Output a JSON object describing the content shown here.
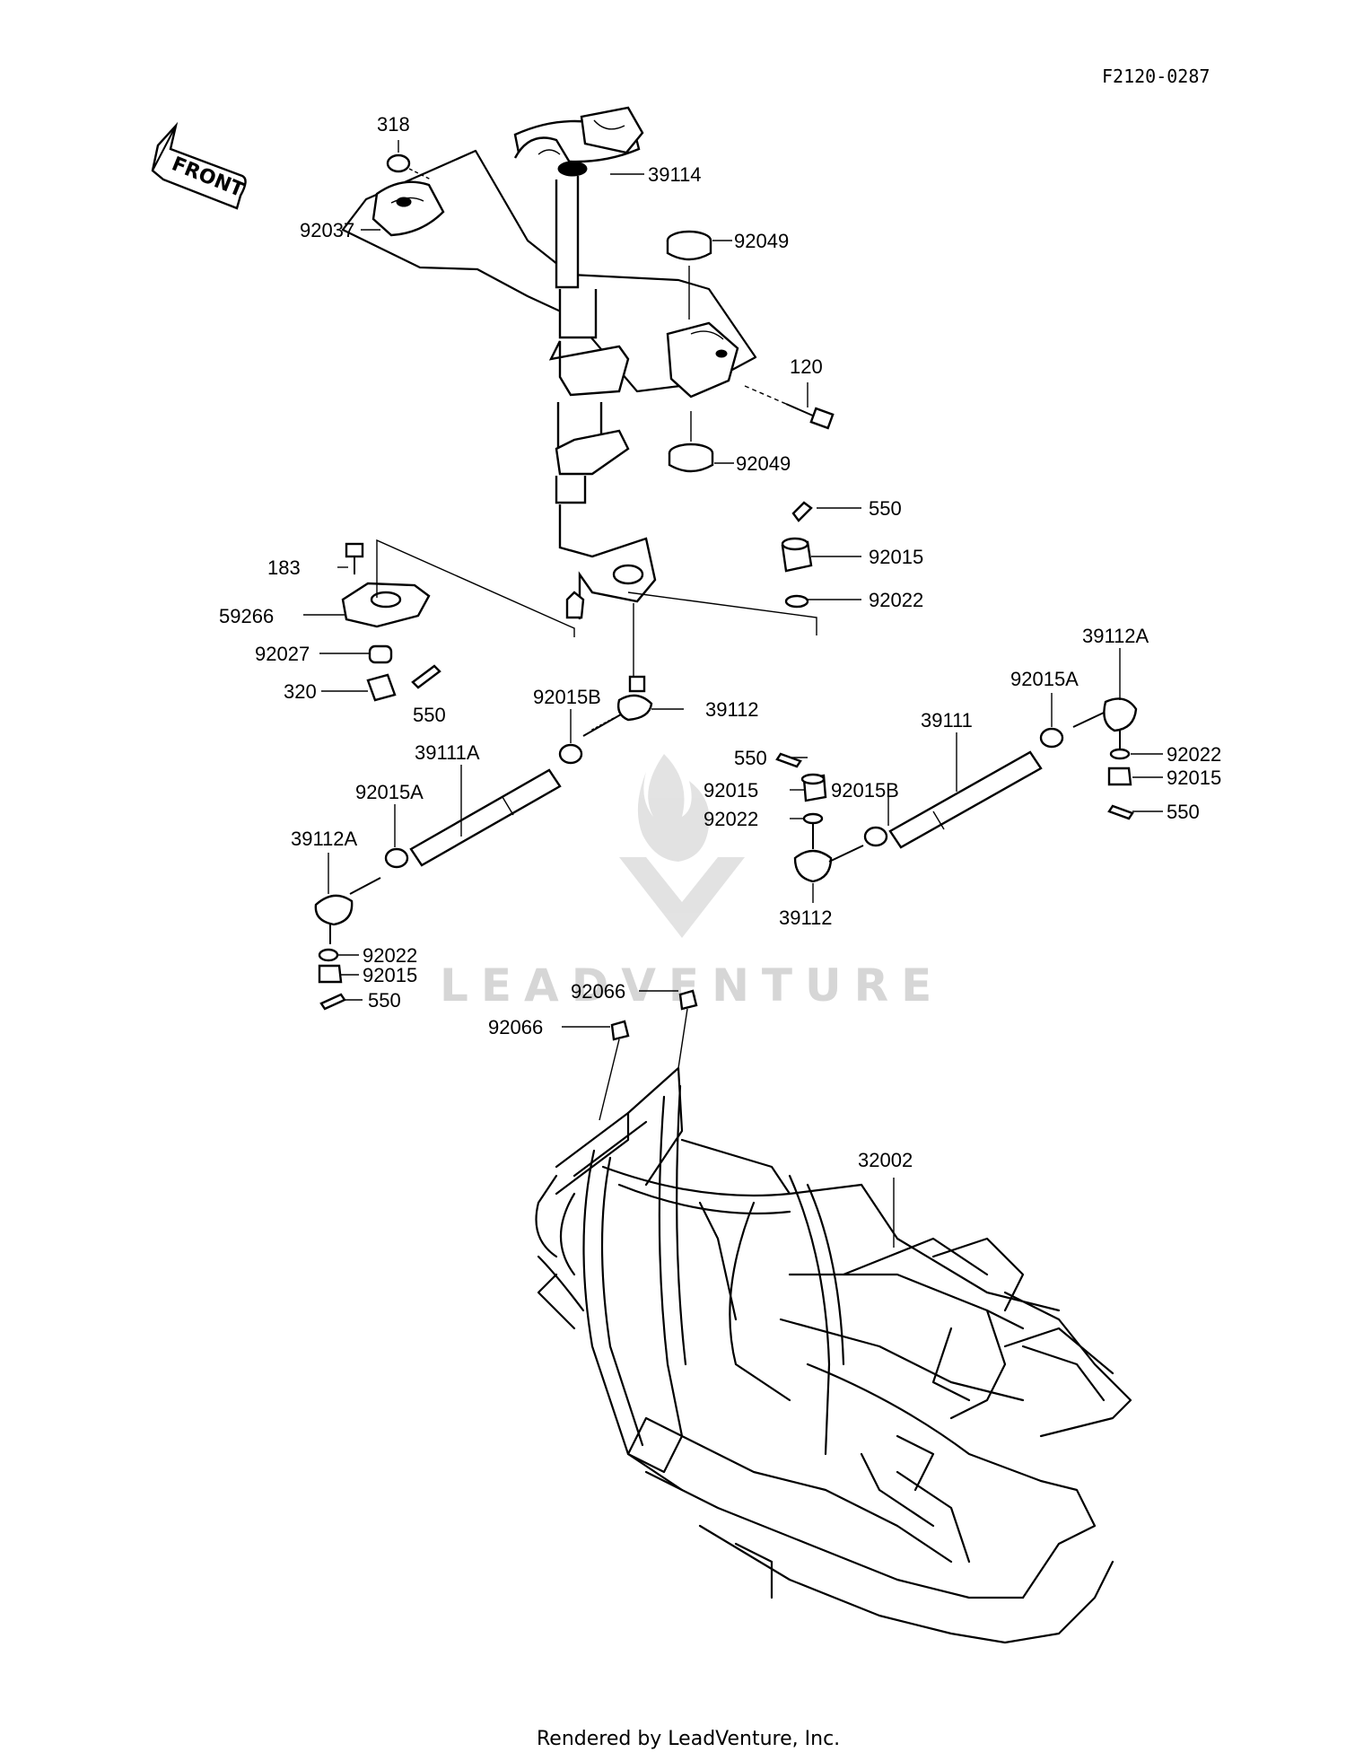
{
  "diagram_code": "F2120-0287",
  "front_arrow": "FRONT",
  "watermark": "LEADVENTURE",
  "footer": "Rendered by LeadVenture, Inc.",
  "callouts": {
    "c318": "318",
    "c39114": "39114",
    "c92037": "92037",
    "c92049a": "92049",
    "c120": "120",
    "c92049b": "92049",
    "c550a": "550",
    "c92015a": "92015",
    "c92022a": "92022",
    "c183": "183",
    "c59266": "59266",
    "c92027": "92027",
    "c320": "320",
    "c550b": "550",
    "c92015Ba": "92015B",
    "c39112a": "39112",
    "c39112Ar": "39112A",
    "c92015Ar": "92015A",
    "c39111": "39111",
    "c92022r": "92022",
    "c92015r": "92015",
    "c550r": "550",
    "c39111A": "39111A",
    "c550c": "550",
    "c92015c": "92015",
    "c92015Bb": "92015B",
    "c92022c": "92022",
    "c92015Al": "92015A",
    "c39112Al": "39112A",
    "c39112b": "39112",
    "c92022l": "92022",
    "c92015l": "92015",
    "c550l": "550",
    "c92066a": "92066",
    "c92066b": "92066",
    "c32002": "32002"
  }
}
